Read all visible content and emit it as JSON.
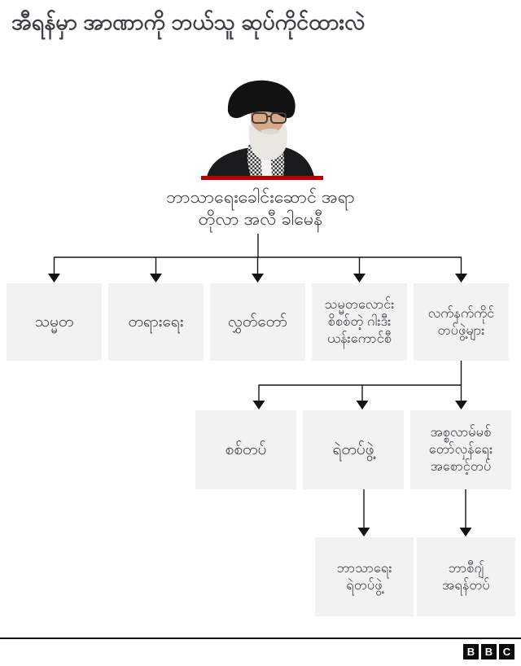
{
  "title": "အီရန်မှာ အာဏာကို ဘယ်သူ ဆုပ်ကိုင်ထားလဲ",
  "leader": {
    "portrait_alt": "supreme-leader-portrait",
    "caption_line1": "ဘာသာရေးခေါင်းဆောင် အရာ",
    "caption_line2": "တိုလာ အလီ ခါမေနီ"
  },
  "chart": {
    "type": "org-chart",
    "row1": [
      {
        "lines": [
          "သမ္မတ"
        ]
      },
      {
        "lines": [
          "တရားရေး"
        ]
      },
      {
        "lines": [
          "လွှတ်တော်"
        ]
      },
      {
        "lines": [
          "သမ္မတလောင်း",
          "စိစစ်တဲ့ ဂါးဒီး",
          "ယန်းကောင်စီ"
        ]
      },
      {
        "lines": [
          "လက်နက်ကိုင်",
          "တပ်ဖွဲ့များ"
        ]
      }
    ],
    "row2": [
      {
        "lines": [
          "စစ်တပ်"
        ]
      },
      {
        "lines": [
          "ရဲတပ်ဖွဲ့"
        ]
      },
      {
        "lines": [
          "အစ္စလာမ်မစ်",
          "တော်လှန်ရေး",
          "အစောင့်တပ်"
        ]
      }
    ],
    "row3": [
      {
        "lines": [
          "ဘာသာရေး",
          "ရဲတပ်ဖွဲ့"
        ]
      },
      {
        "lines": [
          "ဘာစီဂျ်",
          "အရန်တပ်"
        ]
      }
    ],
    "edges": [
      "leader -> row1: all five boxes",
      "row1 box5 (armed forces) -> row2: all three boxes",
      "row2 box2 (police) -> row3 box1",
      "row2 box3 (revolutionary guard) -> row3 box2"
    ]
  },
  "footer": {
    "logo_letters": {
      "b1": "B",
      "b2": "B",
      "b3": "C"
    }
  },
  "colors": {
    "accent_red": "#b80000",
    "box_background": "#f2f2f2",
    "line_color": "#141414",
    "text_color": "#3b4046"
  }
}
